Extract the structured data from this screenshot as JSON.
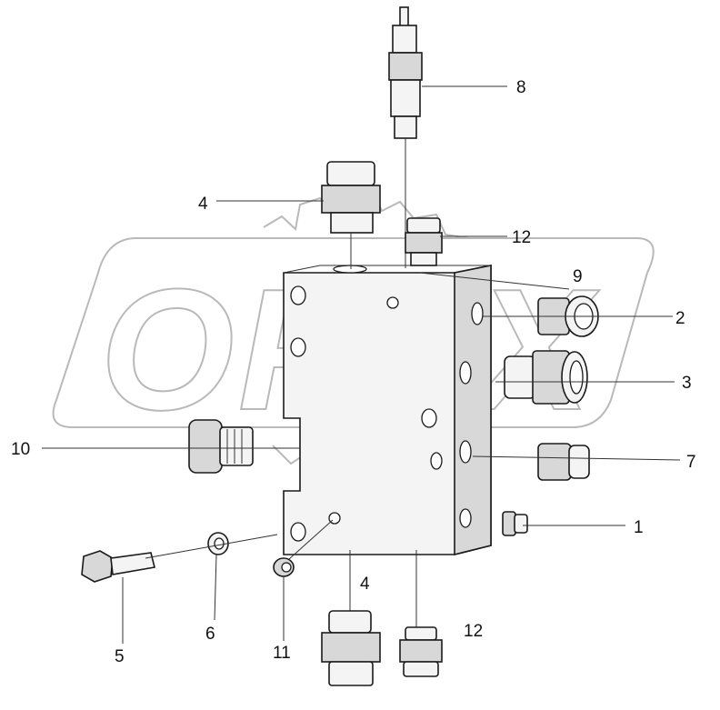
{
  "watermark": {
    "text": "OPEX"
  },
  "callouts": [
    {
      "id": "1",
      "label": "1"
    },
    {
      "id": "2",
      "label": "2"
    },
    {
      "id": "3",
      "label": "3"
    },
    {
      "id": "4-top",
      "label": "4"
    },
    {
      "id": "4-bottom",
      "label": "4"
    },
    {
      "id": "5",
      "label": "5"
    },
    {
      "id": "6",
      "label": "6"
    },
    {
      "id": "7",
      "label": "7"
    },
    {
      "id": "8",
      "label": "8"
    },
    {
      "id": "9",
      "label": "9"
    },
    {
      "id": "10",
      "label": "10"
    },
    {
      "id": "11",
      "label": "11"
    },
    {
      "id": "12-top",
      "label": "12"
    },
    {
      "id": "12-bottom",
      "label": "12"
    }
  ]
}
